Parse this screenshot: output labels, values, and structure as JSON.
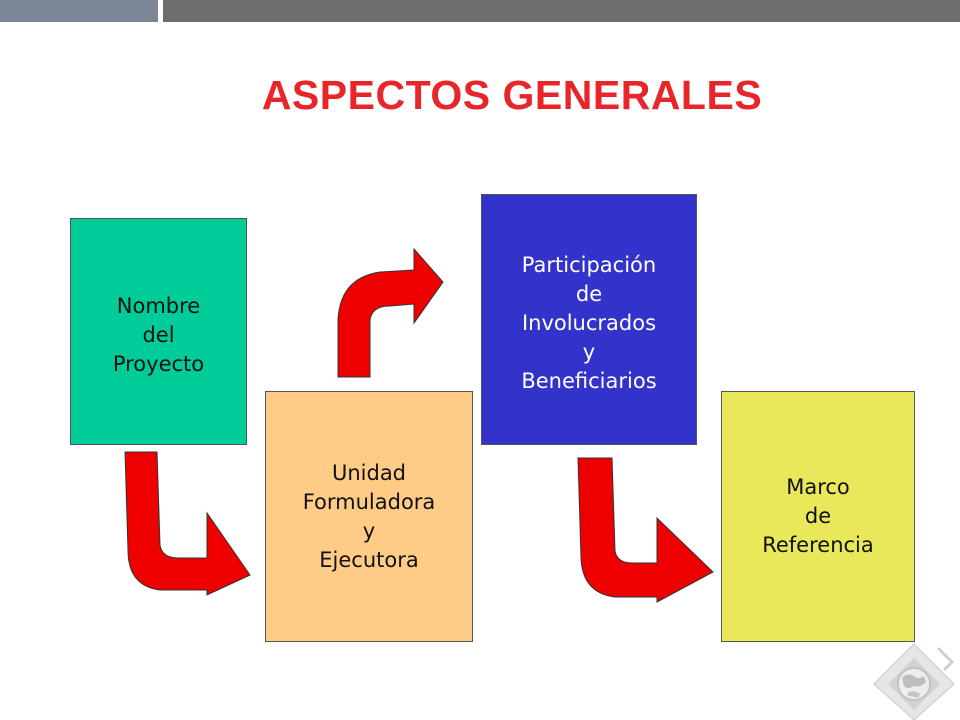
{
  "title": "ASPECTOS GENERALES",
  "nodes": [
    {
      "id": "box-1",
      "label": "Nombre\ndel\nProyecto",
      "color": "#00cc99"
    },
    {
      "id": "box-2",
      "label": "Unidad\nFormuladora\ny\nEjecutora",
      "color": "#ffcc88"
    },
    {
      "id": "box-3",
      "label": "Participación\nde\nInvolucrados\ny\nBeneficiarios",
      "color": "#3333cc"
    },
    {
      "id": "box-4",
      "label": "Marco\nde\nReferencia",
      "color": "#e8e85a"
    }
  ],
  "colors": {
    "title": "#e8262a",
    "arrow": "#ee0000",
    "topbar_left": "#7b8796",
    "topbar_right": "#6f6c6d"
  },
  "logo": {
    "icon": "globe-logo-icon"
  }
}
